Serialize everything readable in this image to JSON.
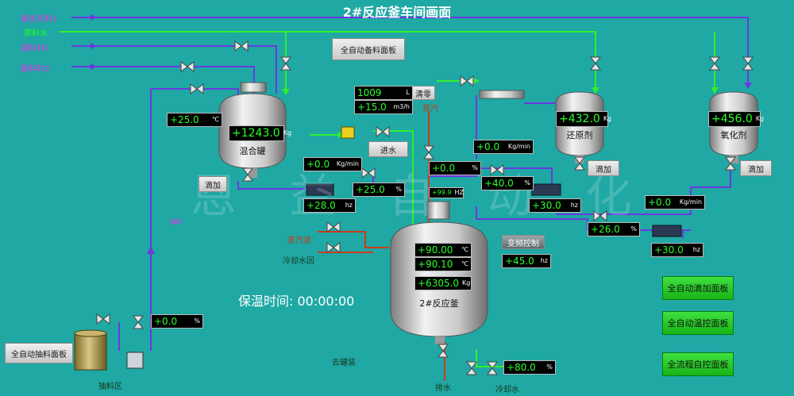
{
  "page": {
    "title": "2#反应釜车间画面"
  },
  "feeds": [
    {
      "label": "催化剂料1",
      "color": "#e23ae6"
    },
    {
      "label": "原料水",
      "color": "#1bff1b"
    },
    {
      "label": "副料料1",
      "color": "#e23ae6"
    },
    {
      "label": "副料料3",
      "color": "#e23ae6"
    }
  ],
  "watermark": "恩 益 自 动 化",
  "buttons": {
    "auto_batching": "全自动备料面板",
    "auto_pumping": "全自动抽料面板",
    "auto_dropping": "全自动滴加面板",
    "auto_temp": "全自动温控面板",
    "full_process": "全流程自控面板",
    "mix_drop": "滴加",
    "reducer_drop": "滴加",
    "oxidizer_drop": "滴加",
    "clear": "清零",
    "water_in": "进水",
    "vfd_control": "变频控制"
  },
  "mixing_tank": {
    "name": "混合罐",
    "weight": {
      "value": "+1243.0",
      "unit": "Kg"
    },
    "temp": {
      "value": "+25.0",
      "unit": "℃"
    }
  },
  "reducer_tank": {
    "name": "还原剂",
    "weight": {
      "value": "+432.0",
      "unit": "Kg"
    },
    "flow": {
      "value": "+0.0",
      "unit": "Kg/min"
    },
    "valve": {
      "value": "+40.0",
      "unit": "%"
    },
    "pump_freq": {
      "value": "+30.0",
      "unit": "hz"
    }
  },
  "oxidizer_tank": {
    "name": "氧化剂",
    "weight": {
      "value": "+456.0",
      "unit": "Kg"
    },
    "flow": {
      "value": "+0.0",
      "unit": "Kg/min"
    },
    "valve": {
      "value": "+26.0",
      "unit": "%"
    },
    "pump_freq": {
      "value": "+30.0",
      "unit": "hz"
    }
  },
  "water_meter": {
    "total": {
      "value": "1009",
      "unit": "L"
    },
    "rate": {
      "value": "+15.0",
      "unit": "m3/h"
    }
  },
  "mix_feed": {
    "flow": {
      "value": "+0.0",
      "unit": "Kg/min"
    },
    "valve": {
      "value": "+25.0",
      "unit": "%"
    },
    "pump_freq": {
      "value": "+28.0",
      "unit": "hz"
    }
  },
  "steam": {
    "label": "蒸汽",
    "valve": {
      "value": "+0.0",
      "unit": "%"
    }
  },
  "reactor": {
    "name": "2#反应釜",
    "motor_freq": {
      "value": "+99.9",
      "unit": "HZ"
    },
    "temp1": {
      "value": "+90.00",
      "unit": "℃"
    },
    "temp2": {
      "value": "+90.10",
      "unit": "℃"
    },
    "weight": {
      "value": "+6305.0",
      "unit": "Kg"
    },
    "vfd_freq": {
      "value": "+45.0",
      "unit": "hz"
    }
  },
  "labels": {
    "steam_in": "蒸汽进",
    "cooling_return": "冷却水回",
    "to_tank": "去罐装",
    "drain": "排水",
    "cooling_water": "冷却水",
    "pump_area": "抽料区",
    "pump_tag": "抽料"
  },
  "pump_area": {
    "valve": {
      "value": "+0.0",
      "unit": "%"
    }
  },
  "cooling": {
    "valve": {
      "value": "+80.0",
      "unit": "%"
    }
  },
  "hold_time": {
    "label": "保温时间:",
    "value": "00:00:00"
  }
}
